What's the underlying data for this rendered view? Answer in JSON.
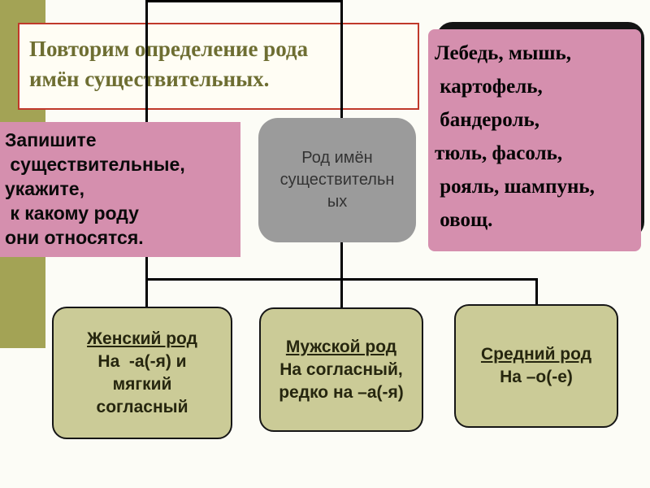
{
  "title_box": {
    "line1": "Повторим определение рода",
    "line2": "имён существительных."
  },
  "instruction_box": {
    "lines": [
      "Запишите",
      " существительные,",
      "укажите,",
      " к какому роду",
      "они относятся."
    ]
  },
  "center_node": {
    "label": "Род имён существительных"
  },
  "words_panel": {
    "lines": [
      "Лебедь, мышь,",
      " картофель,",
      " бандероль,",
      "тюль, фасоль,",
      " рояль, шампунь,",
      " овощ."
    ]
  },
  "gender_boxes": [
    {
      "title": "Женский род",
      "lines": [
        "На  -а(-я) и",
        "мягкий",
        "согласный"
      ]
    },
    {
      "title": "Мужской род",
      "lines": [
        "На согласный,",
        "редко на –а(-я)"
      ]
    },
    {
      "title": "Средний род",
      "lines": [
        "На –о(-е)"
      ]
    }
  ],
  "colors": {
    "pink": "#d58fae",
    "olive_strip": "#a3a355",
    "gender_box_fill": "#cbcb97",
    "center_node_fill": "#9b9b9b",
    "title_text": "#6e6e32",
    "title_border": "#c0392b",
    "connector": "#000000"
  }
}
